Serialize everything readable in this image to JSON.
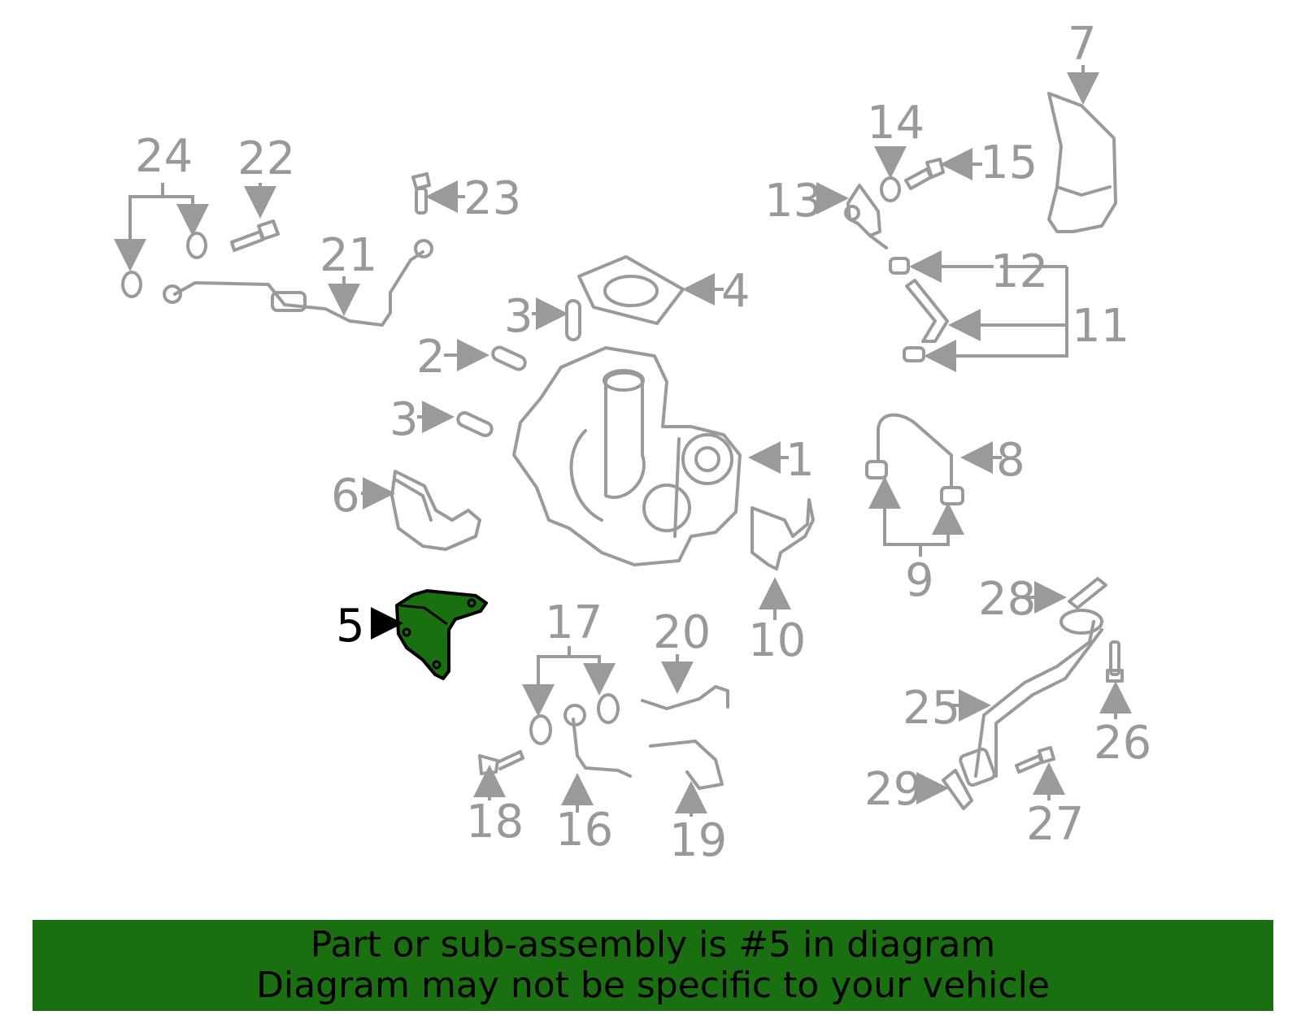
{
  "diagram": {
    "callouts": [
      {
        "id": "1",
        "label": "1"
      },
      {
        "id": "2",
        "label": "2"
      },
      {
        "id": "3a",
        "label": "3"
      },
      {
        "id": "3b",
        "label": "3"
      },
      {
        "id": "4",
        "label": "4"
      },
      {
        "id": "5",
        "label": "5"
      },
      {
        "id": "6",
        "label": "6"
      },
      {
        "id": "7",
        "label": "7"
      },
      {
        "id": "8",
        "label": "8"
      },
      {
        "id": "9",
        "label": "9"
      },
      {
        "id": "10",
        "label": "10"
      },
      {
        "id": "11",
        "label": "11"
      },
      {
        "id": "12",
        "label": "12"
      },
      {
        "id": "13",
        "label": "13"
      },
      {
        "id": "14",
        "label": "14"
      },
      {
        "id": "15",
        "label": "15"
      },
      {
        "id": "16",
        "label": "16"
      },
      {
        "id": "17",
        "label": "17"
      },
      {
        "id": "18",
        "label": "18"
      },
      {
        "id": "19",
        "label": "19"
      },
      {
        "id": "20",
        "label": "20"
      },
      {
        "id": "21",
        "label": "21"
      },
      {
        "id": "22",
        "label": "22"
      },
      {
        "id": "23",
        "label": "23"
      },
      {
        "id": "24",
        "label": "24"
      },
      {
        "id": "25",
        "label": "25"
      },
      {
        "id": "26",
        "label": "26"
      },
      {
        "id": "27",
        "label": "27"
      },
      {
        "id": "28",
        "label": "28"
      },
      {
        "id": "29",
        "label": "29"
      }
    ],
    "highlighted_part": "5",
    "colors": {
      "part_line": "#9a9a9a",
      "highlight_fill": "#1a6f10",
      "highlight_label": "#000000"
    }
  },
  "banner": {
    "line1": "Part or sub-assembly is #5 in diagram",
    "line2": "Diagram may not be specific to your vehicle",
    "background": "#1a6f10"
  }
}
